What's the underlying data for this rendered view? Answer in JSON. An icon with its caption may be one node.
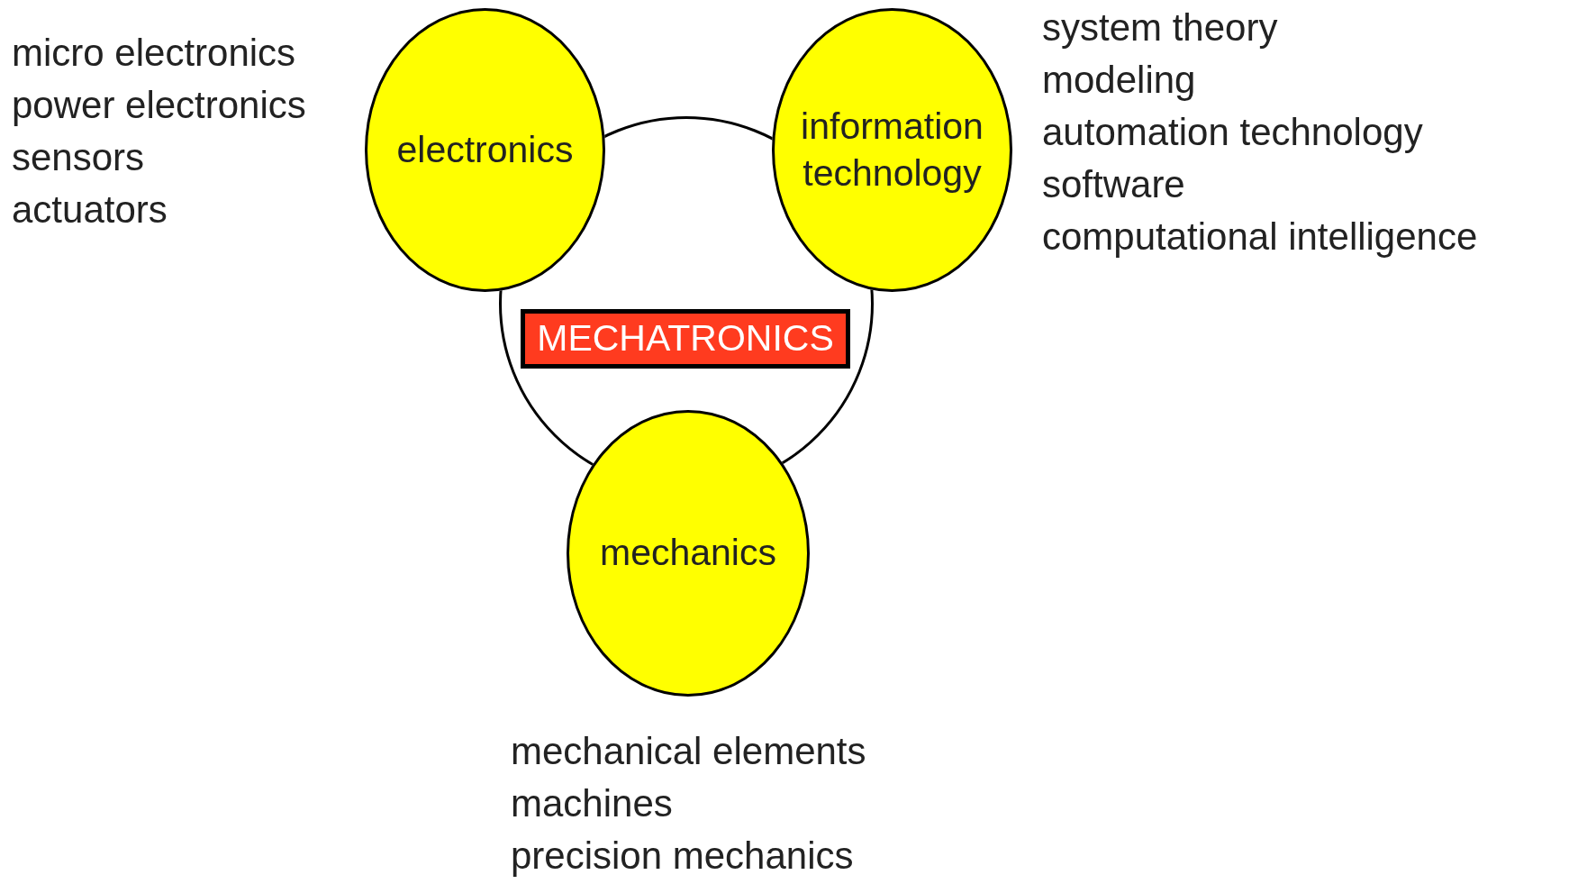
{
  "diagram": {
    "nodes": [
      {
        "text": [],
        "shape": "circle"
      },
      {
        "text": [
          "MECHATRONICS"
        ],
        "in": 0
      },
      {
        "text": [
          "electronics"
        ],
        "beside": [
          "micro electronics",
          "power electronics",
          "sensors",
          "actuators"
        ]
      },
      {
        "text": [
          "information technology"
        ],
        "beside": [
          "system theory",
          "modeling",
          "automation technology",
          "software",
          "computational intelligence"
        ]
      },
      {
        "text": [
          "mechanics"
        ],
        "beside": [
          "mechanical elements",
          "machines",
          "precision mechanics"
        ]
      }
    ]
  }
}
